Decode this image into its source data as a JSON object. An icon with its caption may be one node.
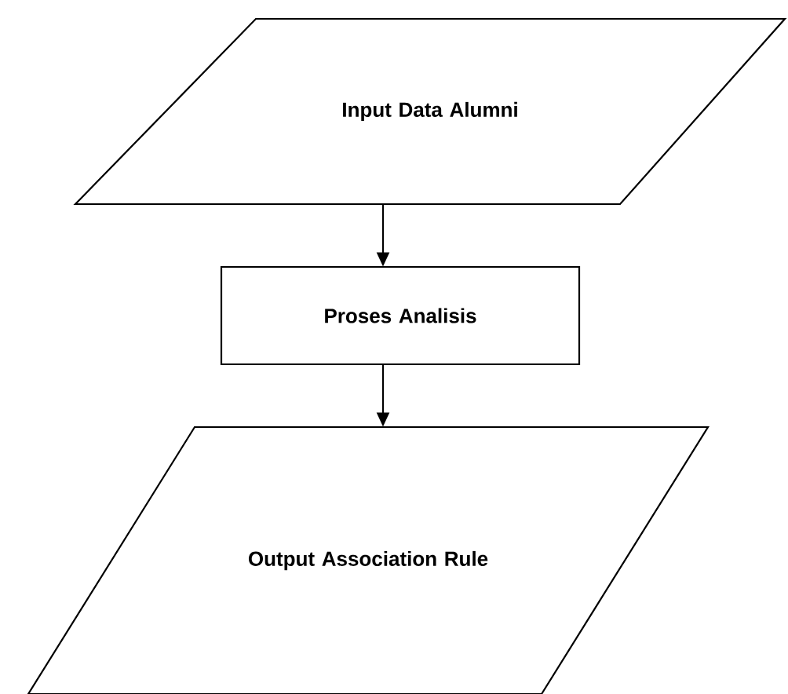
{
  "diagram": {
    "nodes": [
      {
        "text": [
          "Input Data Alumni"
        ]
      },
      {
        "text": [
          "Proses Analisis"
        ]
      },
      {
        "text": [
          "Output Association Rule"
        ]
      }
    ],
    "edges": [
      {
        "from": 0,
        "to": 1,
        "arrow": "to"
      },
      {
        "from": 1,
        "to": 2,
        "arrow": "to"
      }
    ]
  }
}
